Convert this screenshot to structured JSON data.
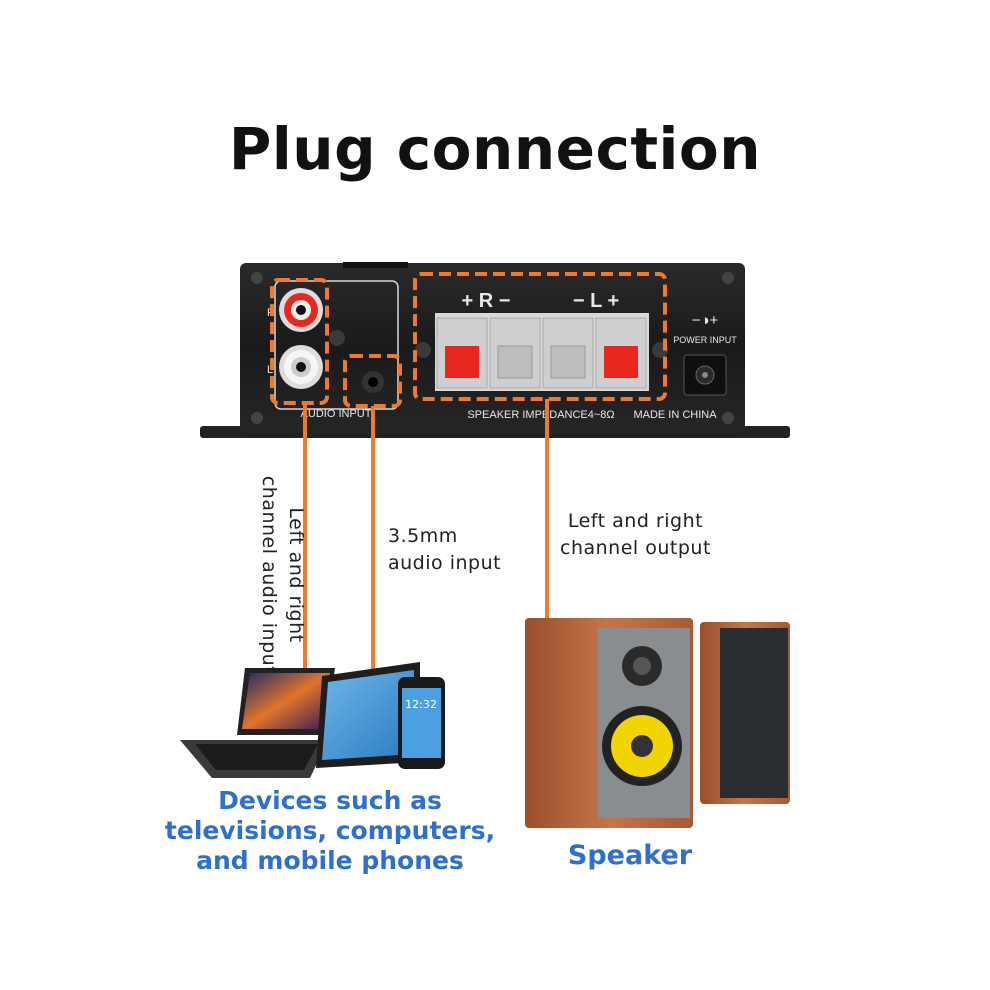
{
  "title": "Plug connection",
  "panel": {
    "audio_input": "AUDIO INPUT",
    "rca_r": "R",
    "rca_l": "L",
    "speaker_polarity_r": "+ R −",
    "speaker_polarity_l": "− L +",
    "impedance": "SPEAKER IMPEDANCE4~8Ω",
    "power_input": "POWER INPUT",
    "made_in": "MADE IN CHINA",
    "dc_symbol": "−◑+"
  },
  "labels": {
    "rca_line1": "Left and right",
    "rca_line2": "channel audio input",
    "aux_line1": "3.5mm",
    "aux_line2": "audio input",
    "out_line1": "Left and right",
    "out_line2": "channel output"
  },
  "captions": {
    "devices_line1": "Devices such as",
    "devices_line2": "televisions, computers,",
    "devices_line3": "and mobile phones",
    "speaker": "Speaker"
  },
  "devices": {
    "phone_time": "12:32"
  },
  "colors": {
    "accent_orange": "#f07a2a",
    "caption_blue": "#2f6fd0",
    "panel_black": "#1c1c1c",
    "terminal_red": "#e8271e",
    "speaker_wood": "#b8643a",
    "woofer_yellow": "#f2d400"
  }
}
